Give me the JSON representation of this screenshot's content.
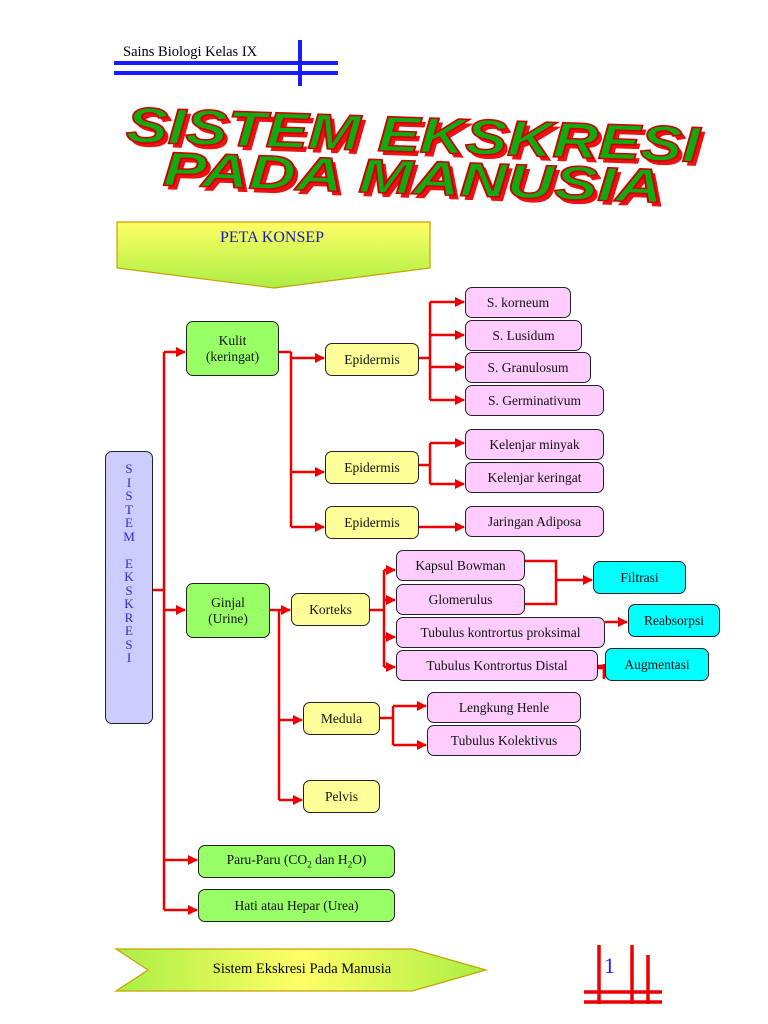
{
  "header": {
    "subject": "Sains Biologi Kelas IX"
  },
  "title": {
    "line1": "SISTEM EKSKRESI",
    "line2": "PADA MANUSIA"
  },
  "concept_map_label": "PETA KONSEP",
  "root": {
    "label": "SISTEM EKSKRESI",
    "letters": [
      "S",
      "I",
      "S",
      "T",
      "E",
      "M",
      "",
      "E",
      "K",
      "S",
      "K",
      "R",
      "E",
      "S",
      "I"
    ]
  },
  "organs": {
    "kulit": {
      "line1": "Kulit",
      "line2": "(keringat)"
    },
    "ginjal": {
      "line1": "Ginjal",
      "line2": "(Urine)"
    },
    "paru": {
      "prefix": "Paru-Paru (CO",
      "sub1": "2",
      "mid": " dan H",
      "sub2": "2",
      "suffix": "O)"
    },
    "hati": "Hati atau Hepar (Urea)"
  },
  "kulit_layers": [
    "Epidermis",
    "Epidermis",
    "Epidermis"
  ],
  "epidermis_strata": [
    "S. korneum",
    "S. Lusidum",
    "S. Granulosum",
    "S. Germinativum"
  ],
  "glands": [
    "Kelenjar minyak",
    "Kelenjar keringat"
  ],
  "adipose": "Jaringan Adiposa",
  "ginjal_parts": [
    "Korteks",
    "Medula",
    "Pelvis"
  ],
  "korteks_parts": [
    "Kapsul Bowman",
    "Glomerulus",
    "Tubulus kontrortus proksimal",
    "Tubulus Kontrortus Distal"
  ],
  "processes": [
    "Filtrasi",
    "Reabsorpsi",
    "Augmentasi"
  ],
  "medula_parts": [
    "Lengkung Henle",
    "Tubulus Kolektivus"
  ],
  "footer": {
    "text": "Sistem Ekskresi Pada Manusia",
    "page": "1"
  },
  "colors": {
    "arrow": "#ee0000",
    "blue_rule": "#1a1aff",
    "title_green": "#11aa11",
    "title_red": "#ee1111"
  }
}
